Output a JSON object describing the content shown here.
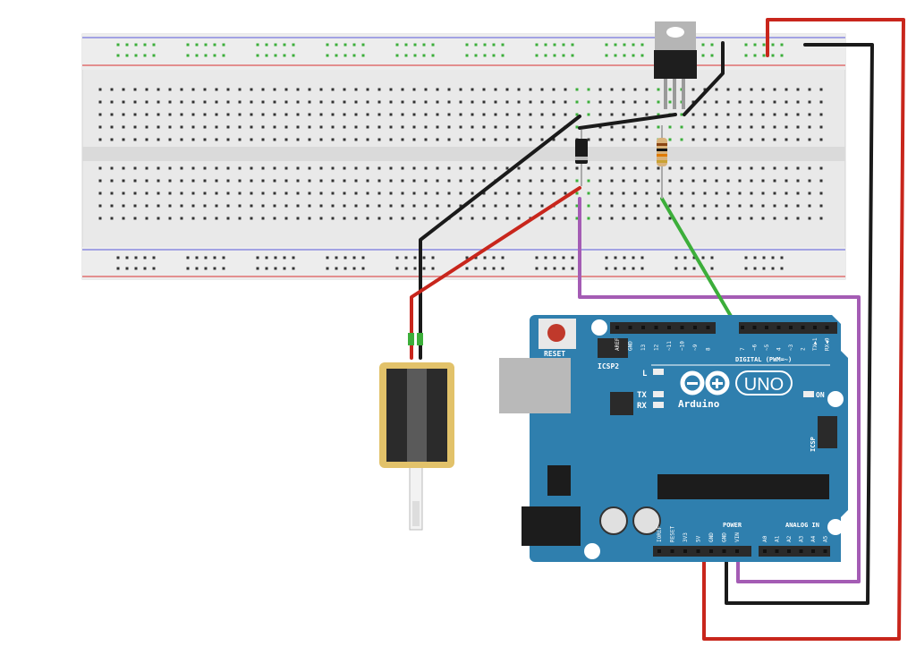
{
  "colors": {
    "board_blue": "#2f7fae",
    "breadboard": "#e9e9e9",
    "wire_red": "#c8261c",
    "wire_black": "#1a1a1a",
    "wire_purple": "#a45cb4",
    "wire_green": "#3cae3a",
    "solenoid_frame": "#e2c26a"
  },
  "arduino": {
    "reset_label": "RESET",
    "icsp2_label": "ICSP2",
    "l_label": "L",
    "tx_label": "TX",
    "rx_label": "RX",
    "uno_label": "UNO",
    "brand_label": "Arduino",
    "on_label": "ON",
    "digital_label": "DIGITAL (PWM=~)",
    "icsp_label": "ICSP",
    "power_label": "POWER",
    "analog_label": "ANALOG IN",
    "digital_pins_left": [
      "AREF",
      "GND",
      "13",
      "12",
      "~11",
      "~10",
      "~9",
      "8"
    ],
    "digital_pins_right": [
      "7",
      "~6",
      "~5",
      "4",
      "~3",
      "2",
      "TX▶1",
      "RX◀0"
    ],
    "power_pins": [
      "IOREF",
      "RESET",
      "3V3",
      "5V",
      "GND",
      "GND",
      "VIN"
    ],
    "analog_pins": [
      "A0",
      "A1",
      "A2",
      "A3",
      "A4",
      "A5"
    ]
  },
  "components": [
    "breadboard",
    "transistor",
    "diode",
    "resistor",
    "solenoid",
    "arduino-uno"
  ]
}
